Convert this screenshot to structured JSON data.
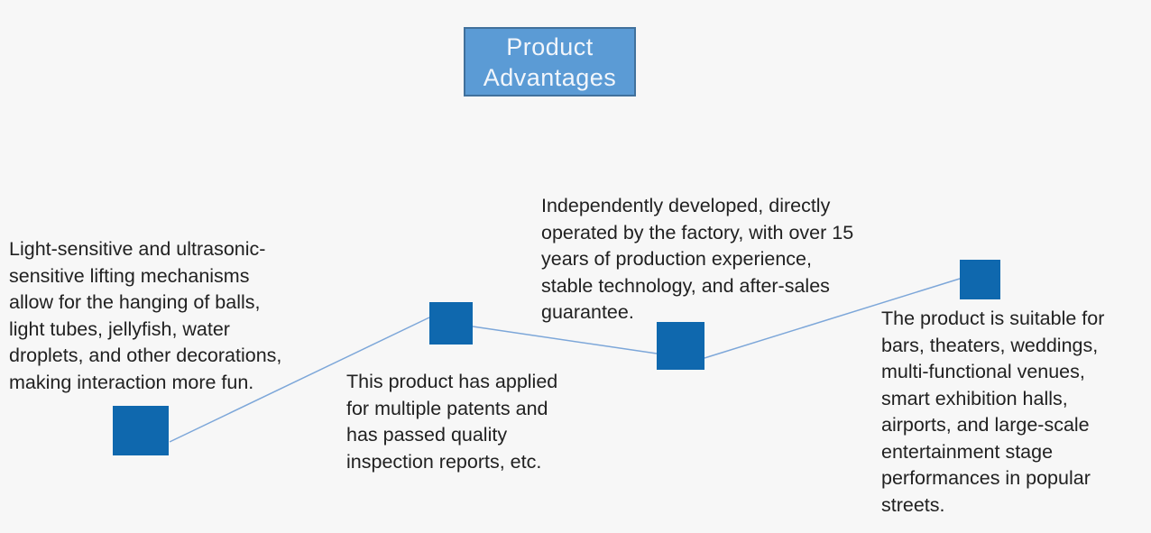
{
  "title": {
    "label": "Product Advantages"
  },
  "colors": {
    "background": "#f7f7f7",
    "title_fill": "#5b9bd5",
    "title_border": "#41719c",
    "title_text": "#f2f6fb",
    "node_fill": "#0f68ae",
    "connector": "#7da7d9",
    "body_text": "#212121"
  },
  "advantages": [
    {
      "text": "Light-sensitive and ultrasonic-\nsensitive lifting mechanisms\nallow for the hanging of balls,\nlight tubes, jellyfish, water\ndroplets, and other decorations,\nmaking interaction more fun."
    },
    {
      "text": "This product has applied\nfor multiple patents and\nhas passed quality\ninspection reports, etc."
    },
    {
      "text": "Independently developed, directly\noperated by the factory, with over 15\nyears of production experience,\nstable technology, and after-sales\nguarantee."
    },
    {
      "text": "The product is suitable for\nbars, theaters, weddings,\nmulti-functional venues,\nsmart exhibition halls,\nairports, and large-scale\nentertainment stage\nperformances in popular\nstreets."
    }
  ]
}
